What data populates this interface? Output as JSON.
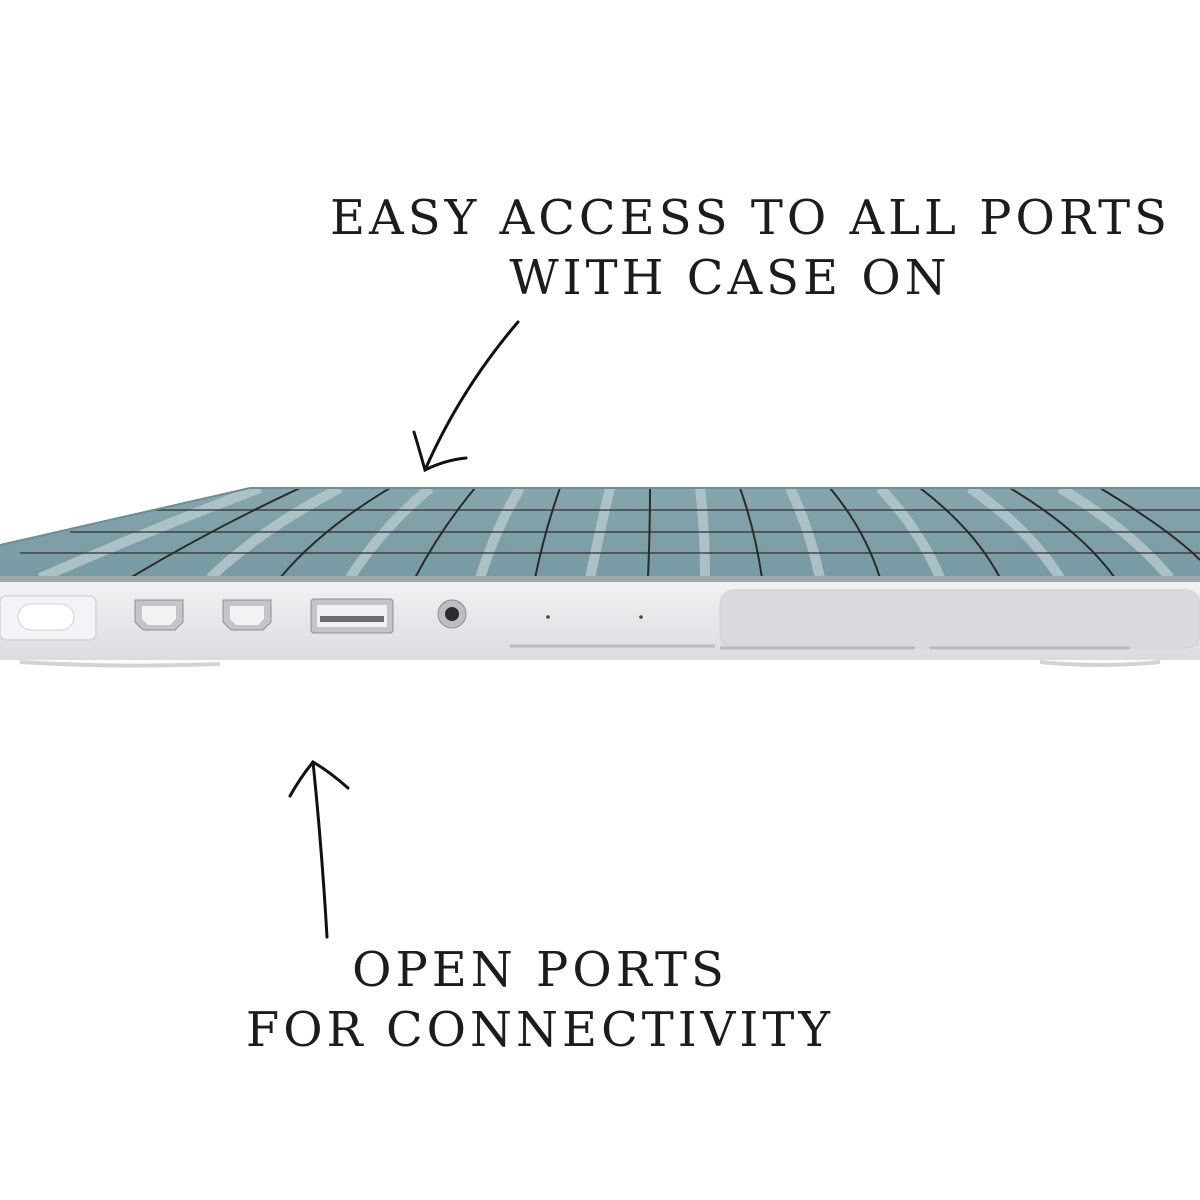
{
  "captions": {
    "top": [
      "EASY ACCESS TO ALL PORTS",
      "WITH CASE ON"
    ],
    "bottom": [
      "OPEN PORTS",
      "FOR CONNECTIVITY"
    ]
  },
  "colors": {
    "background": "#ffffff",
    "case_top": "#7f9ea6",
    "case_stripe": "#a9c1c7",
    "grid_line": "#2b2b2b",
    "case_body": "#e9e9eb",
    "port_fill": "#c8c8cc",
    "text": "#1c1c1c"
  },
  "ports": [
    "magsafe",
    "thunderbolt",
    "thunderbolt",
    "usb-a",
    "headphone-jack"
  ]
}
